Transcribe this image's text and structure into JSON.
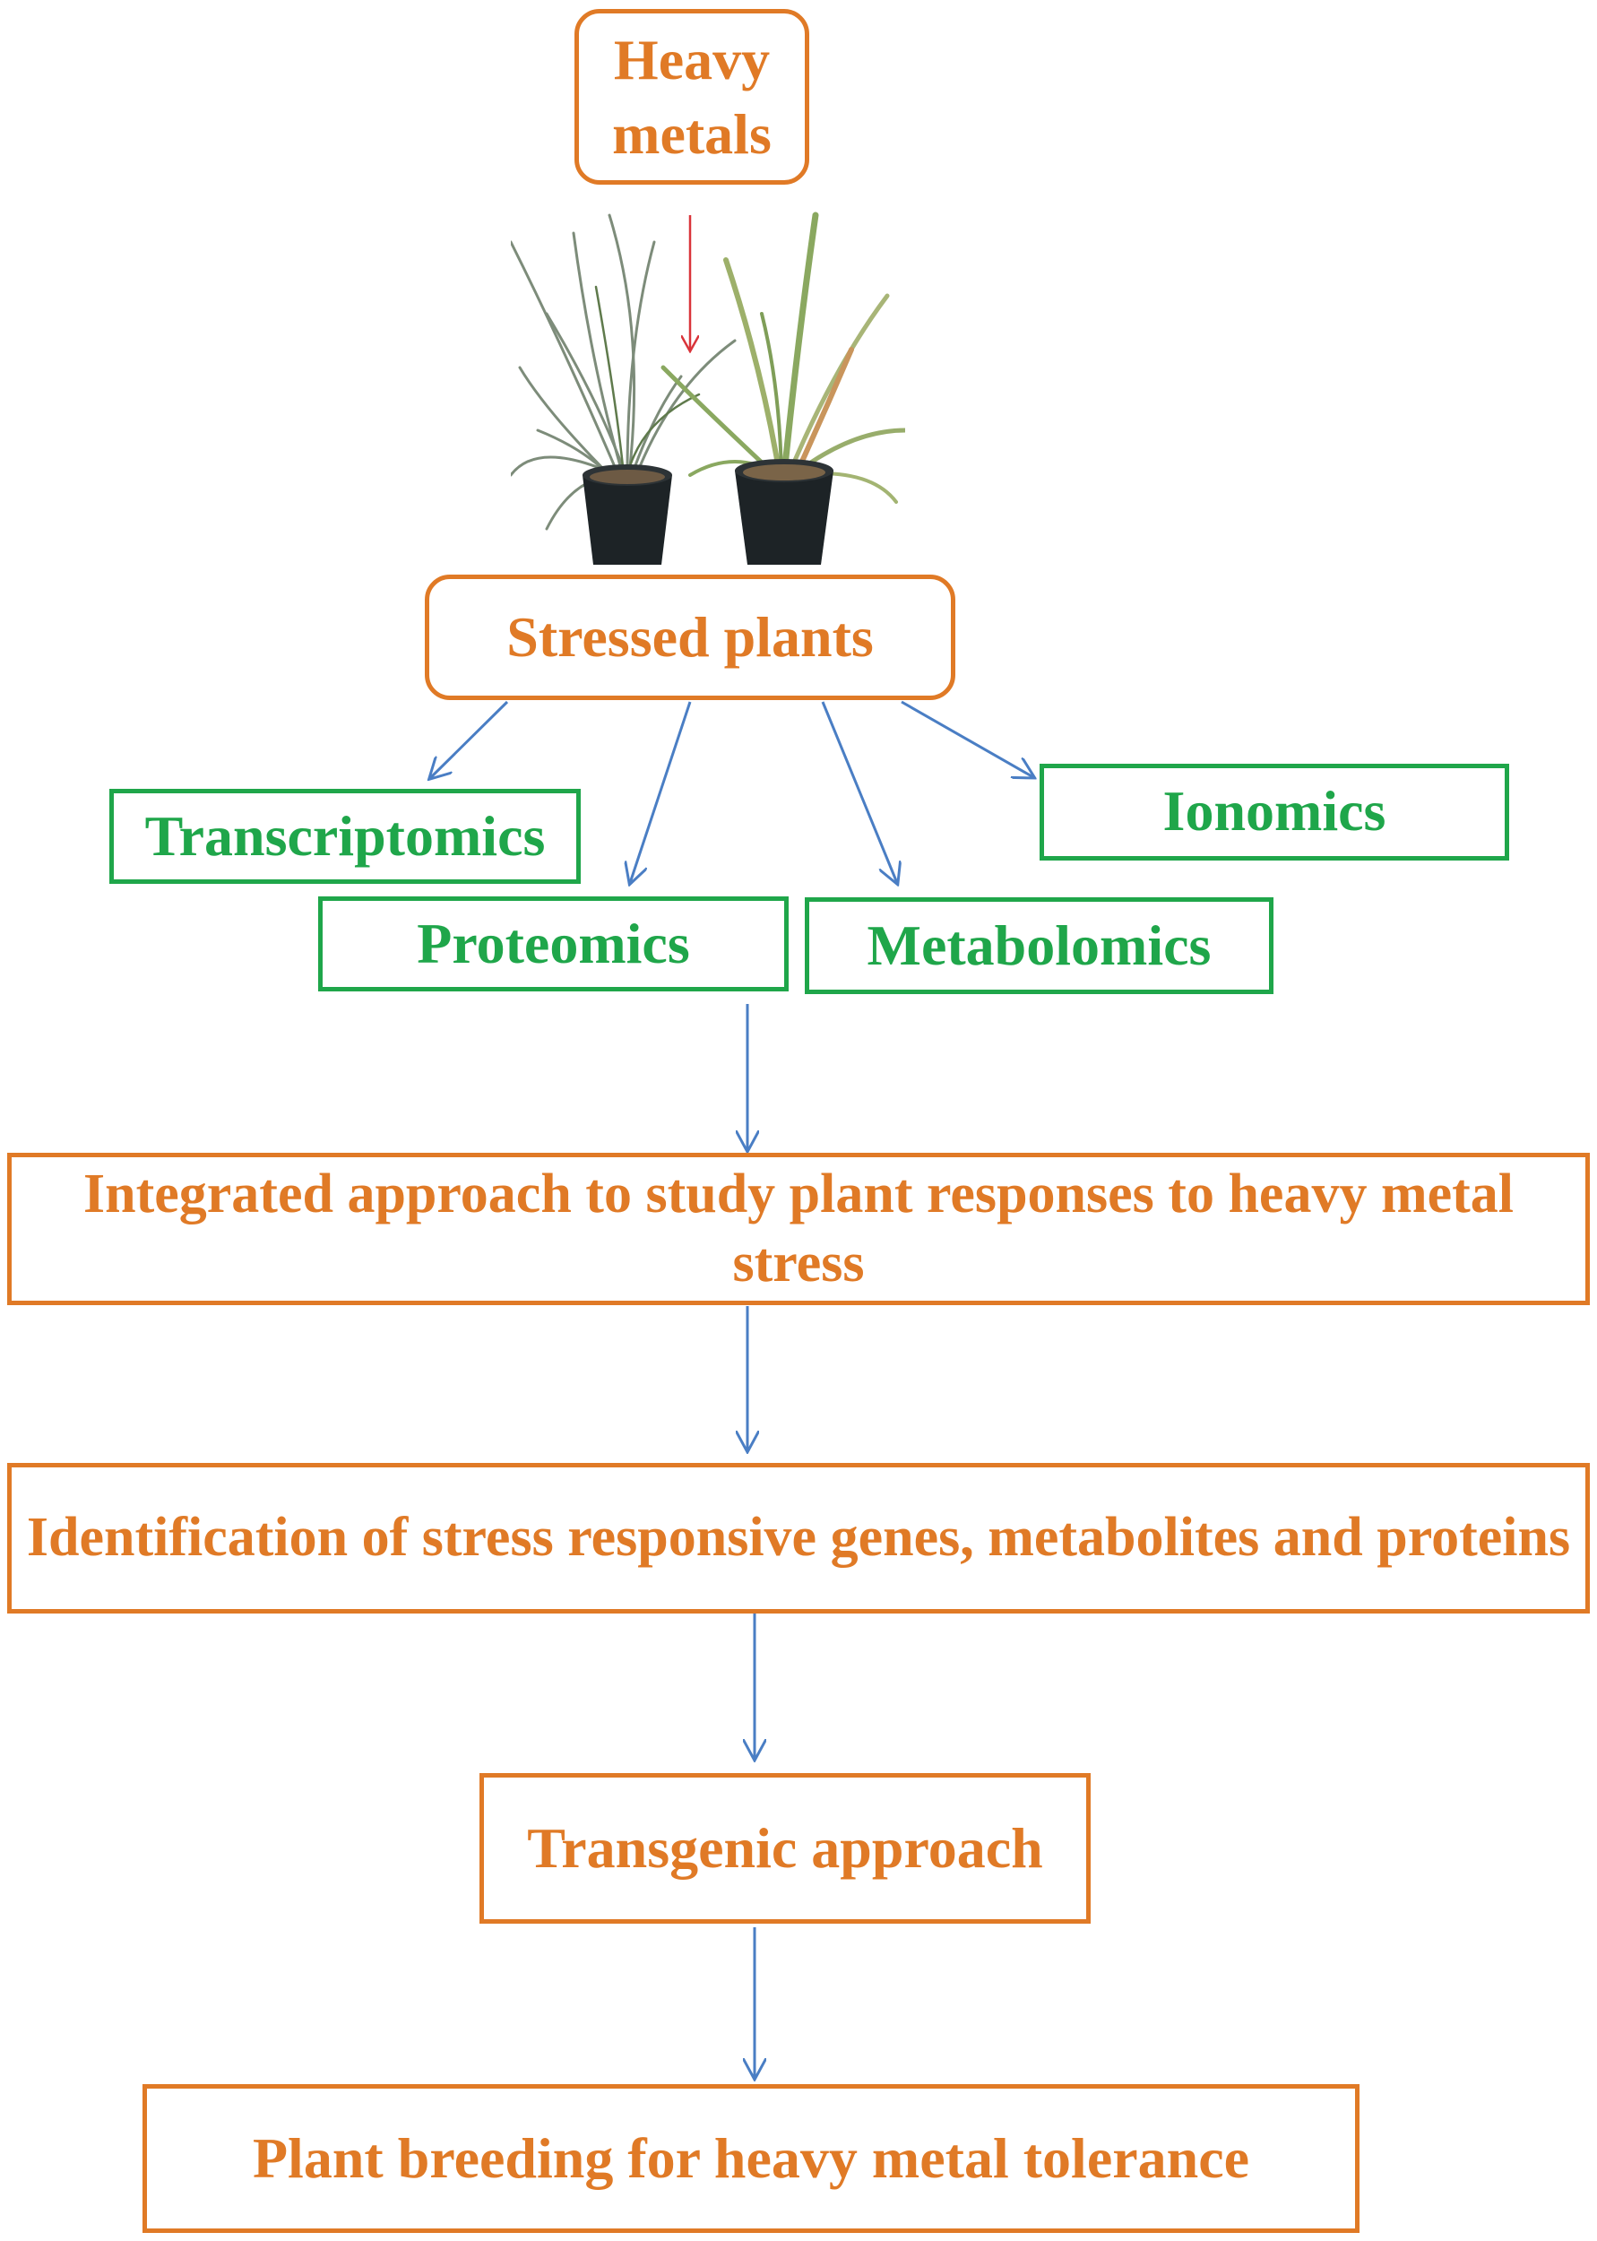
{
  "nodes": {
    "heavy_metals": "Heavy metals",
    "stressed_plants": "Stressed plants",
    "transcriptomics": "Transcriptomics",
    "proteomics": "Proteomics",
    "metabolomics": "Metabolomics",
    "ionomics": "Ionomics",
    "integrated": "Integrated approach to study plant responses to heavy metal stress",
    "identification": "Identification of stress responsive genes, metabolites and proteins",
    "transgenic": "Transgenic approach",
    "breeding": "Plant breeding for heavy metal tolerance"
  },
  "colors": {
    "primary_box": "#E07A26",
    "omics_box": "#1FA64A",
    "flow_arrow": "#4A7EC4",
    "input_arrow": "#D9343A"
  }
}
